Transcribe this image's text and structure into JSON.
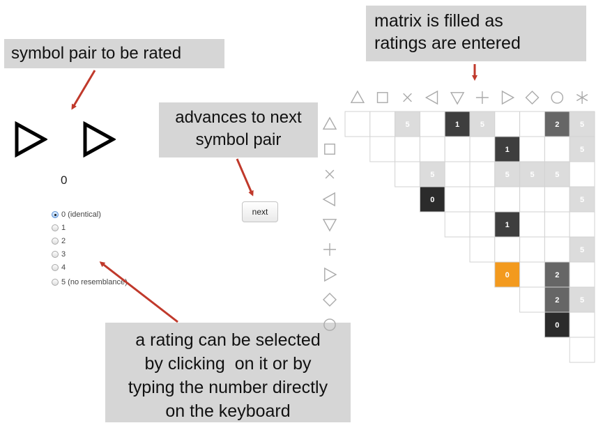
{
  "callouts": {
    "pair": "symbol pair to be rated",
    "matrix_line1": "matrix is filled as",
    "matrix_line2": "ratings are entered",
    "next_line1": "advances to next",
    "next_line2": "symbol pair",
    "rating_line1": "a rating can be selected",
    "rating_line2": "by clicking  on it or by",
    "rating_line3": "typing the number directly",
    "rating_line4": "on the keyboard"
  },
  "current_pair": {
    "left_symbol": "triangle-right-icon",
    "right_symbol": "triangle-right-icon"
  },
  "rating_value": "0",
  "next_button": "next",
  "rating_options": [
    {
      "label": "0 (identical)",
      "selected": true
    },
    {
      "label": "1",
      "selected": false
    },
    {
      "label": "2",
      "selected": false
    },
    {
      "label": "3",
      "selected": false
    },
    {
      "label": "4",
      "selected": false
    },
    {
      "label": "5 (no resemblance)",
      "selected": false
    }
  ],
  "matrix": {
    "column_symbols": [
      "triangle-up-icon",
      "square-icon",
      "cross-icon",
      "triangle-left-icon",
      "triangle-down-icon",
      "plus-icon",
      "triangle-right-icon",
      "diamond-icon",
      "circle-icon",
      "asterisk-icon"
    ],
    "row_symbols": [
      "triangle-up-icon",
      "square-icon",
      "cross-icon",
      "triangle-left-icon",
      "triangle-down-icon",
      "plus-icon",
      "triangle-right-icon",
      "diamond-icon",
      "circle-icon"
    ],
    "shade_colors": {
      "0": "#2b2b2b",
      "1": "#3e3e3e",
      "2": "#666666",
      "5": "#dcdcdc",
      "highlight": "#f39a1e"
    },
    "cells": [
      {
        "row": 0,
        "col": 2,
        "value": 5
      },
      {
        "row": 0,
        "col": 4,
        "value": 1
      },
      {
        "row": 0,
        "col": 5,
        "value": 5
      },
      {
        "row": 0,
        "col": 8,
        "value": 2
      },
      {
        "row": 0,
        "col": 9,
        "value": 5
      },
      {
        "row": 1,
        "col": 6,
        "value": 1
      },
      {
        "row": 1,
        "col": 9,
        "value": 5
      },
      {
        "row": 2,
        "col": 3,
        "value": 5
      },
      {
        "row": 2,
        "col": 6,
        "value": 5
      },
      {
        "row": 2,
        "col": 7,
        "value": 5
      },
      {
        "row": 2,
        "col": 8,
        "value": 5
      },
      {
        "row": 3,
        "col": 3,
        "value": 0
      },
      {
        "row": 3,
        "col": 9,
        "value": 5
      },
      {
        "row": 4,
        "col": 6,
        "value": 1
      },
      {
        "row": 5,
        "col": 9,
        "value": 5
      },
      {
        "row": 6,
        "col": 6,
        "value": 0,
        "highlight": true
      },
      {
        "row": 6,
        "col": 8,
        "value": 2
      },
      {
        "row": 7,
        "col": 8,
        "value": 2
      },
      {
        "row": 7,
        "col": 9,
        "value": 5
      },
      {
        "row": 8,
        "col": 8,
        "value": 0
      }
    ]
  }
}
